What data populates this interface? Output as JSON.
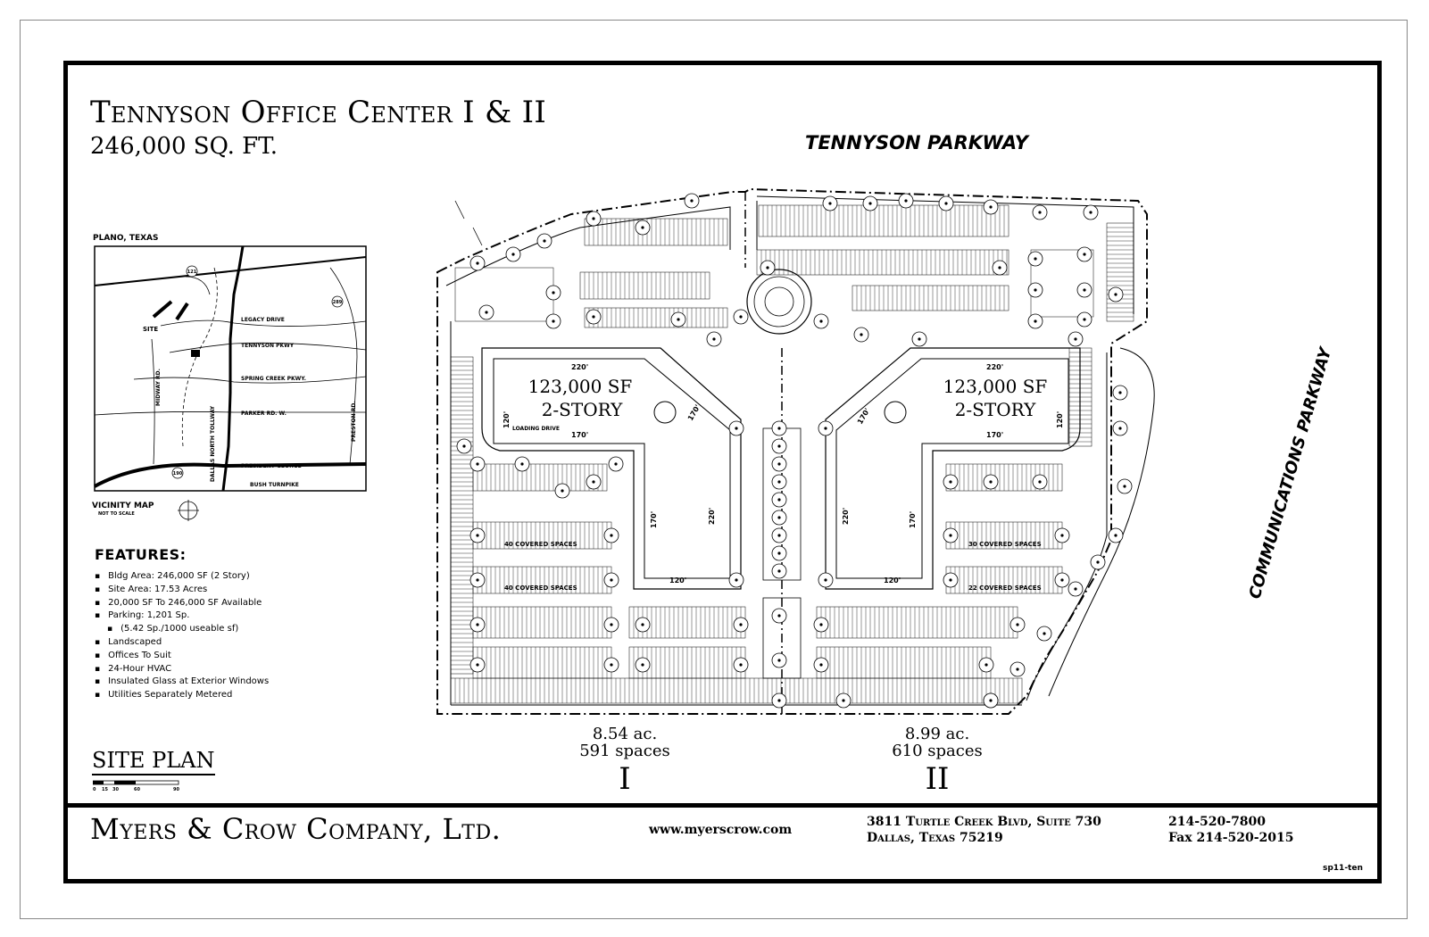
{
  "header": {
    "title": "Tennyson Office Center I & II",
    "subtitle": "246,000 SQ. FT."
  },
  "roads": {
    "north": "TENNYSON PARKWAY",
    "east": "COMMUNICATIONS PARKWAY"
  },
  "vicinity_map": {
    "location": "PLANO, TEXAS",
    "caption": "VICINITY MAP",
    "caption_note": "NOT TO SCALE",
    "site_label": "SITE",
    "streets": [
      "LEGACY DRIVE",
      "TENNYSON PKWY",
      "SPRING CREEK PKWY.",
      "PARKER RD. W.",
      "PRESIDENT GEORGE",
      "BUSH TURNPIKE"
    ],
    "vertical_streets": [
      "MIDWAY RD.",
      "DALLAS NORTH TOLLWAY",
      "PRESTON RD."
    ],
    "shields": [
      "121",
      "289",
      "190"
    ]
  },
  "features": {
    "heading": "FEATURES:",
    "items": [
      "Bldg Area: 246,000 SF  (2 Story)",
      "Site Area: 17.53 Acres",
      "20,000 SF To 246,000 SF Available",
      "Parking: 1,201 Sp.",
      "(5.42 Sp./1000 useable sf)",
      "Landscaped",
      "Offices To Suit",
      "24-Hour HVAC",
      "Insulated Glass at Exterior Windows",
      "Utilities Separately Metered"
    ]
  },
  "site_plan_label": "SITE PLAN",
  "scale_ticks": [
    "0",
    "15",
    "30",
    "60",
    "90"
  ],
  "buildings": [
    {
      "area": "123,000 SF",
      "stories": "2-STORY",
      "dims": [
        "220'",
        "120'",
        "170'",
        "170'",
        "220'",
        "120'",
        "170'"
      ]
    },
    {
      "area": "123,000 SF",
      "stories": "2-STORY",
      "dims": [
        "220'",
        "120'",
        "170'",
        "170'",
        "220'",
        "120'",
        "170'"
      ]
    }
  ],
  "loading_drive": "LOADING DRIVE",
  "covered_spaces": [
    "40 COVERED SPACES",
    "40 COVERED SPACES",
    "30 COVERED SPACES",
    "22 COVERED SPACES"
  ],
  "lots": [
    {
      "acres": "8.54 ac.",
      "spaces": "591 spaces",
      "numeral": "I"
    },
    {
      "acres": "8.99 ac.",
      "spaces": "610 spaces",
      "numeral": "II"
    }
  ],
  "footer": {
    "company": "Myers & Crow Company, Ltd.",
    "website": "www.myerscrow.com",
    "address_line1": "3811 Turtle Creek Blvd, Suite 730",
    "address_line2": "Dallas, Texas  75219",
    "phone": "214-520-7800",
    "fax": "Fax 214-520-2015",
    "sheet_id": "sp11-ten"
  }
}
